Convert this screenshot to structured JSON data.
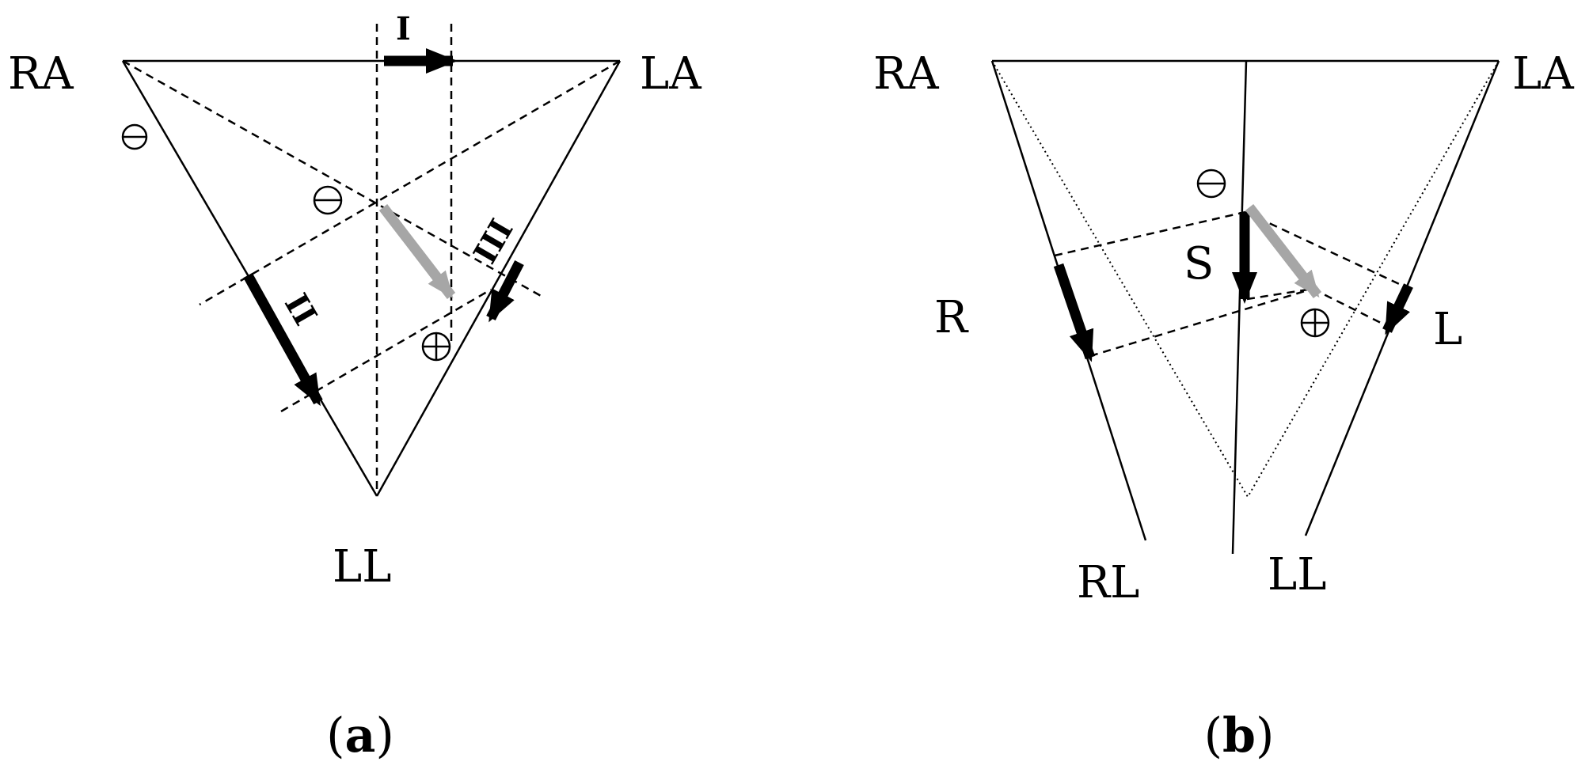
{
  "panel_a": {
    "labels": {
      "ra": "RA",
      "la": "LA",
      "ll": "LL",
      "lead_1": "I",
      "lead_2": "II",
      "lead_3": "III"
    },
    "signs": [
      "negative",
      "negative",
      "positive"
    ],
    "caption": {
      "open": "(",
      "letter": "a",
      "close": ")"
    }
  },
  "panel_b": {
    "labels": {
      "ra": "RA",
      "la": "LA",
      "rl": "RL",
      "ll": "LL",
      "r": "R",
      "l": "L",
      "s": "S"
    },
    "signs": [
      "negative",
      "positive"
    ],
    "caption": {
      "open": "(",
      "letter": "b",
      "close": ")"
    }
  },
  "colors": {
    "lines": "#000000",
    "lead_vector": "#000000",
    "heart_vector": "#a6a6a6"
  }
}
